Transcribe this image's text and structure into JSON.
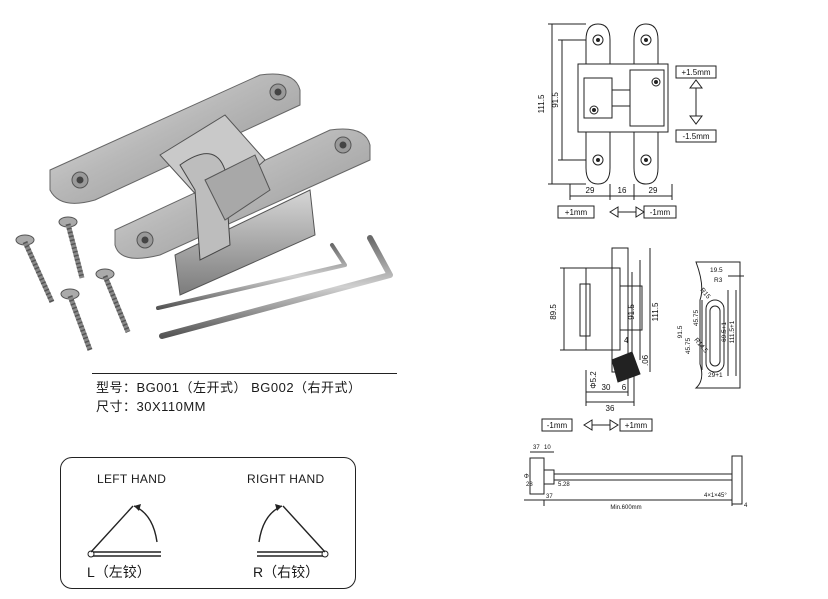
{
  "caption": {
    "model_line": "型号：BG001（左开式） BG002（右开式）",
    "size_line": "尺寸：30X110MM"
  },
  "hand_box": {
    "left_title": "LEFT HAND",
    "right_title": "RIGHT HAND",
    "left_caption": "L（左铰）",
    "right_caption": "R（右铰）"
  },
  "front_view": {
    "dim_height_total": "111.5",
    "dim_height_inner": "91.5",
    "dim_w_left": "29",
    "dim_w_mid": "16",
    "dim_w_right": "29",
    "adj_plus_v": "+1.5mm",
    "adj_minus_v": "-1.5mm",
    "adj_plus_h": "+1mm",
    "adj_minus_h": "-1mm"
  },
  "side_view": {
    "dim_89_5": "89.5",
    "dim_111_5": "111.5",
    "dim_91_5": "91.5",
    "dim_4": "4",
    "dim_06": ".06",
    "dim_phi52": "Φ5.2",
    "dim_30": "30",
    "dim_6": "6",
    "dim_36": "36",
    "adj_minus": "-1mm",
    "adj_plus": "+1mm"
  },
  "cutout_view": {
    "dim_19_5": "19.5",
    "dim_r15": "R15",
    "dim_r3": "R3",
    "dim_r14_5": "R14.5",
    "dim_45_75a": "45.75",
    "dim_45_75b": "45.75",
    "dim_91_5": "91.5",
    "dim_69_5": "69.5+1",
    "dim_111_5": "111.5+1",
    "dim_29": "29+1"
  },
  "bottom_view": {
    "dim_37": "37",
    "dim_10": "10",
    "dim_phi": "Φ",
    "dim_28": "28",
    "dim_5_28": "5.28",
    "dim_37b": "37",
    "dim_min": "Min.600mm",
    "dim_chamfer": "4×1×45°",
    "dim_4": "4"
  }
}
